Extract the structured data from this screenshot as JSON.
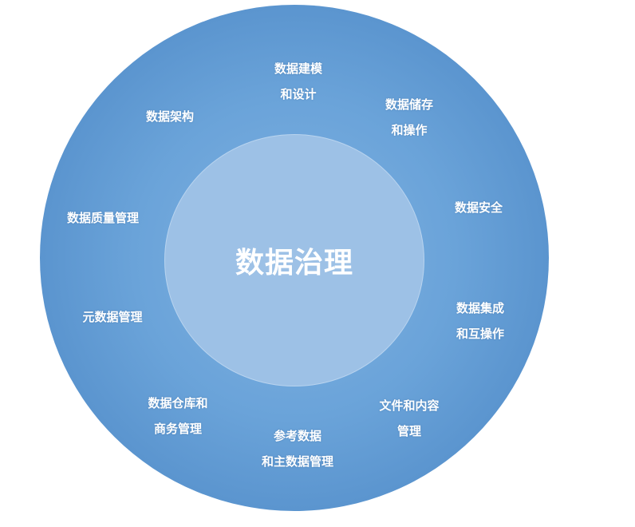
{
  "diagram": {
    "center": {
      "label": "数据治理"
    },
    "segments": [
      {
        "id": "data-modeling",
        "lines": [
          "数据建模",
          "和设计"
        ]
      },
      {
        "id": "data-storage",
        "lines": [
          "数据储存",
          "和操作"
        ]
      },
      {
        "id": "data-security",
        "lines": [
          "数据安全"
        ]
      },
      {
        "id": "data-integration",
        "lines": [
          "数据集成",
          "和互操作"
        ]
      },
      {
        "id": "document-content",
        "lines": [
          "文件和内容",
          "管理"
        ]
      },
      {
        "id": "reference-master",
        "lines": [
          "参考数据",
          "和主数据管理"
        ]
      },
      {
        "id": "dw-bi",
        "lines": [
          "数据仓库和",
          "商务管理"
        ]
      },
      {
        "id": "metadata",
        "lines": [
          "元数据管理"
        ]
      },
      {
        "id": "data-quality",
        "lines": [
          "数据质量管理"
        ]
      },
      {
        "id": "data-architecture",
        "lines": [
          "数据架构"
        ]
      }
    ],
    "colors": {
      "outer_ring_edge": "#4680bc",
      "outer_ring_center": "#7fb1e2",
      "inner_circle": "#9dc1e6",
      "text": "#ffffff"
    }
  }
}
